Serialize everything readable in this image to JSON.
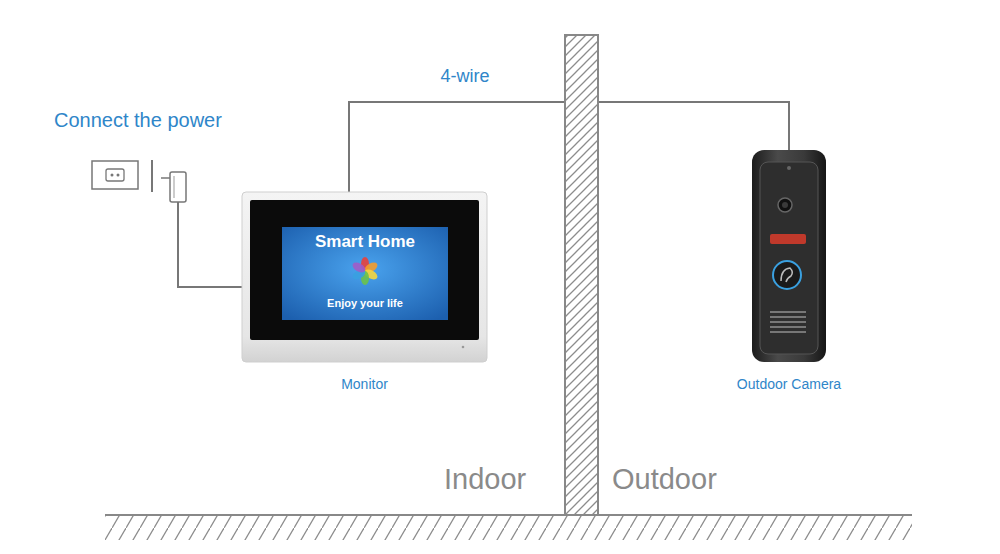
{
  "diagram": {
    "nodes": [
      {
        "text": [
          "Monitor"
        ]
      },
      {
        "text": [
          "Smart Home",
          "Enjoy your life"
        ],
        "in": 0
      },
      {
        "text": [
          "Outdoor Camera"
        ]
      }
    ],
    "edges": [
      {
        "from": 0,
        "to": 2,
        "arrow": "none",
        "label": "4-wire"
      }
    ],
    "labels": [
      "Connect the power",
      "Indoor",
      "Outdoor"
    ]
  }
}
